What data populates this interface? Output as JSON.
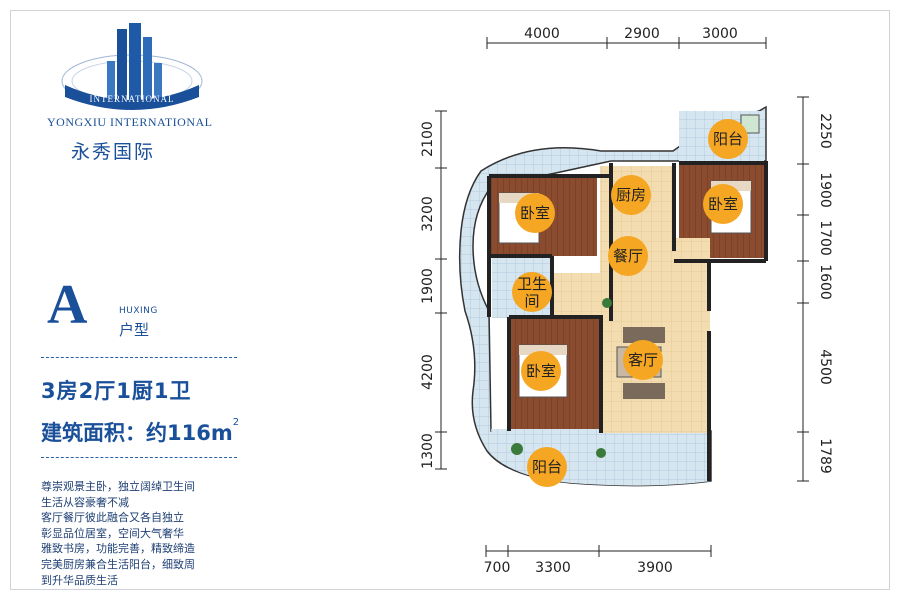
{
  "brand": {
    "name_en": "YONGXIU INTERNATIONAL",
    "name_cn": "永秀国际",
    "logo_ribbon_text": "INTERNATIONAL"
  },
  "unit": {
    "letter": "A",
    "huxing_en": "HUXING",
    "huxing_cn": "户型"
  },
  "summary": {
    "layout": "3房2厅1厨1卫",
    "area_label": "建筑面积：约116",
    "area_unit": "m",
    "area_unit_sup": "2"
  },
  "description": [
    "尊崇观景主卧，独立阔绰卫生间",
    "生活从容豪奢不减",
    "客厅餐厅彼此融合又各自独立",
    "彰显品位居室，空间大气奢华",
    "雅致书房，功能完善，精致缔造",
    "完美厨房兼合生活阳台，细致周",
    "到升华品质生活"
  ],
  "dimensions": {
    "top": [
      "4000",
      "2900",
      "3000"
    ],
    "bottom": [
      "700",
      "3300",
      "3900"
    ],
    "left": [
      "2100",
      "3200",
      "1900",
      "4200",
      "1300"
    ],
    "right": [
      "2250",
      "1900",
      "1700",
      "1600",
      "4500",
      "1789"
    ]
  },
  "rooms": {
    "balcony_top": "阳台",
    "bedroom_top_left": "卧室",
    "kitchen": "厨房",
    "bedroom_top_right": "卧室",
    "dining": "餐厅",
    "bathroom_line1": "卫生",
    "bathroom_line2": "间",
    "bedroom_bottom": "卧室",
    "living": "客厅",
    "balcony_bottom": "阳台"
  },
  "colors": {
    "brand_blue": "#1a4f99",
    "room_badge": "#f5a623",
    "floor_wood": "#8a4b2f",
    "floor_tile": "#f3dcb0",
    "balcony_tile": "#cfe0ec"
  }
}
